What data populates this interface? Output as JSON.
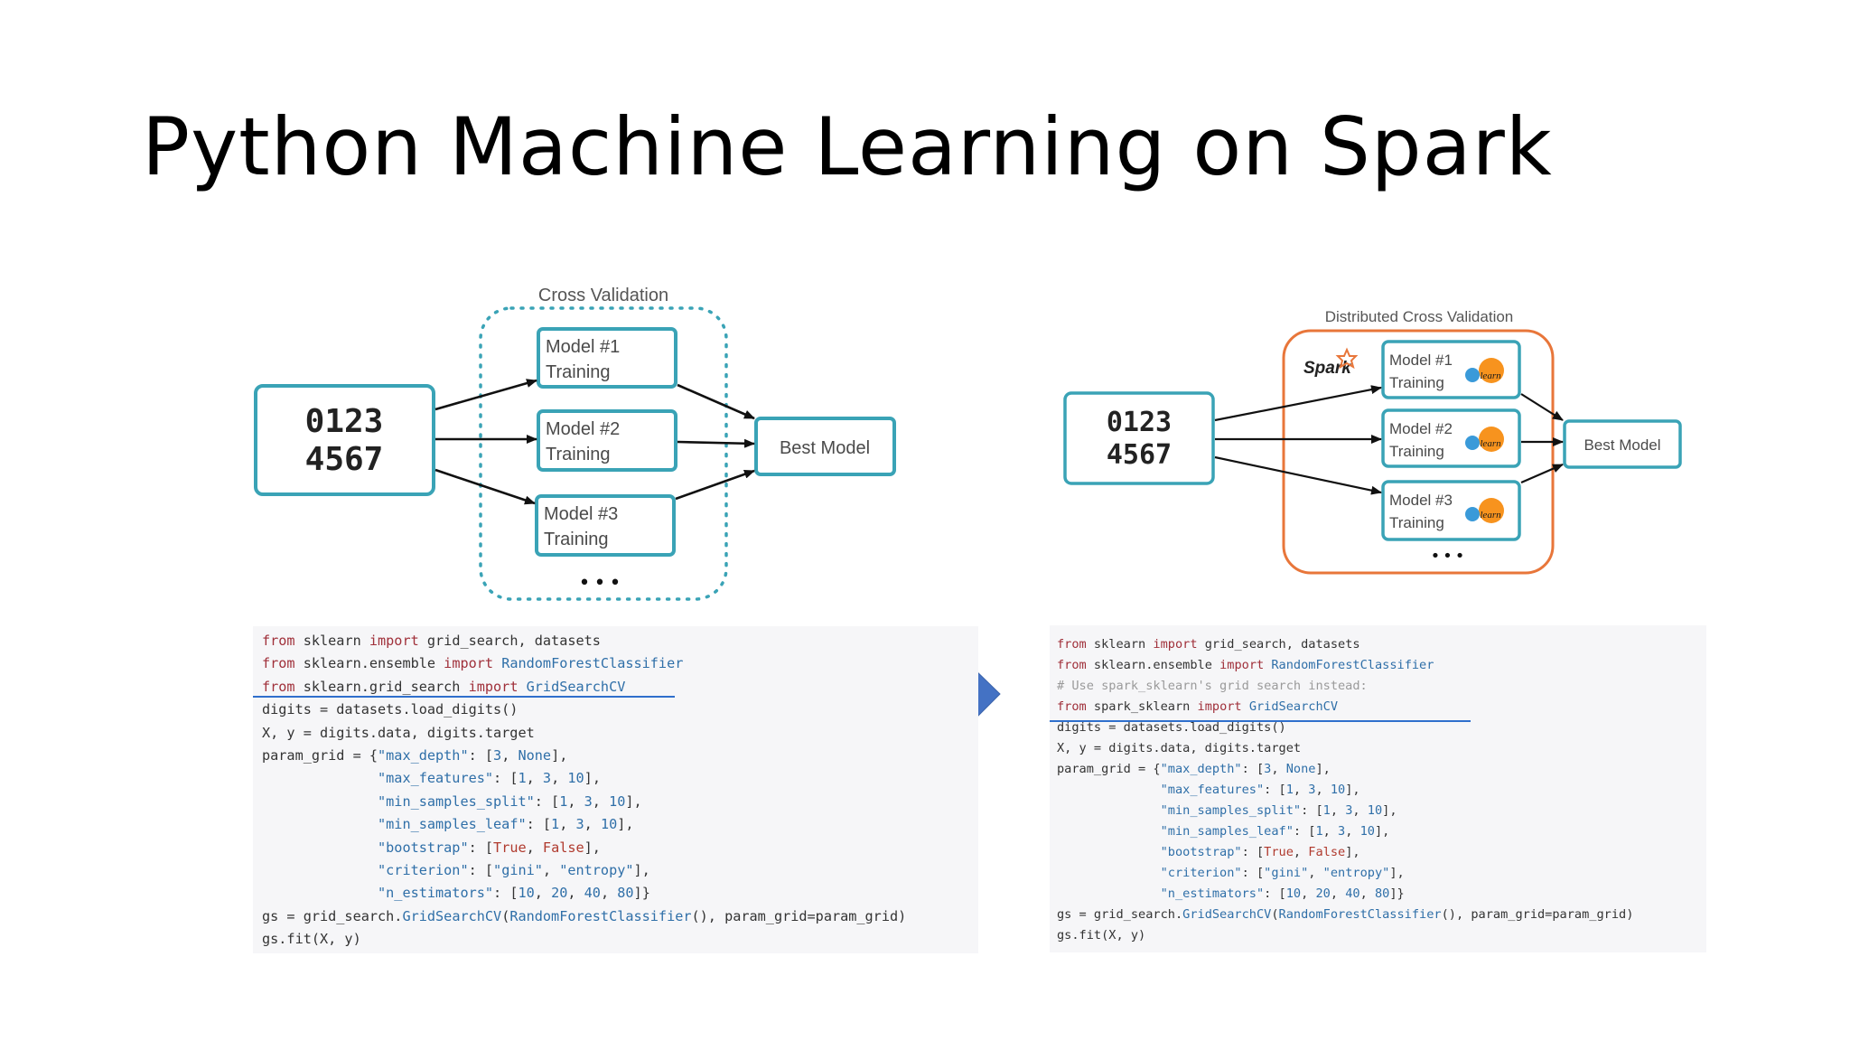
{
  "slide": {
    "title": "Python Machine Learning on Spark"
  },
  "left_diagram": {
    "group_label": "Cross Validation",
    "digits_row1": "0123",
    "digits_row2": "4567",
    "models": [
      {
        "line1": "Model #1",
        "line2": "Training"
      },
      {
        "line1": "Model #2",
        "line2": "Training"
      },
      {
        "line1": "Model #3",
        "line2": "Training"
      }
    ],
    "ellipsis": "•••",
    "result": "Best Model"
  },
  "right_diagram": {
    "group_label": "Distributed Cross Validation",
    "spark_logo": "Spark",
    "sklearn_logo_text": "learn",
    "digits_row1": "0123",
    "digits_row2": "4567",
    "models": [
      {
        "line1": "Model #1",
        "line2": "Training"
      },
      {
        "line1": "Model #2",
        "line2": "Training"
      },
      {
        "line1": "Model #3",
        "line2": "Training"
      }
    ],
    "ellipsis": "•••",
    "result": "Best Model"
  },
  "code_left": {
    "lines": [
      [
        {
          "t": "kw",
          "v": "from"
        },
        {
          "t": "plain",
          "v": " sklearn "
        },
        {
          "t": "kw",
          "v": "import"
        },
        {
          "t": "plain",
          "v": " grid_search, datasets"
        }
      ],
      [
        {
          "t": "kw",
          "v": "from"
        },
        {
          "t": "plain",
          "v": " sklearn.ensemble "
        },
        {
          "t": "kw",
          "v": "import"
        },
        {
          "t": "plain",
          "v": " "
        },
        {
          "t": "cls",
          "v": "RandomForestClassifier"
        }
      ],
      [
        {
          "t": "kw",
          "v": "from"
        },
        {
          "t": "plain",
          "v": " sklearn.grid_search "
        },
        {
          "t": "kw",
          "v": "import"
        },
        {
          "t": "plain",
          "v": " "
        },
        {
          "t": "cls",
          "v": "GridSearchCV"
        }
      ],
      [
        {
          "t": "plain",
          "v": "digits = datasets.load_digits()"
        }
      ],
      [
        {
          "t": "plain",
          "v": "X, y = digits.data, digits.target"
        }
      ],
      [
        {
          "t": "plain",
          "v": "param_grid = {"
        },
        {
          "t": "str",
          "v": "\"max_depth\""
        },
        {
          "t": "plain",
          "v": ": ["
        },
        {
          "t": "num",
          "v": "3"
        },
        {
          "t": "plain",
          "v": ", "
        },
        {
          "t": "num",
          "v": "None"
        },
        {
          "t": "plain",
          "v": "],"
        }
      ],
      [
        {
          "t": "plain",
          "v": "              "
        },
        {
          "t": "str",
          "v": "\"max_features\""
        },
        {
          "t": "plain",
          "v": ": ["
        },
        {
          "t": "num",
          "v": "1"
        },
        {
          "t": "plain",
          "v": ", "
        },
        {
          "t": "num",
          "v": "3"
        },
        {
          "t": "plain",
          "v": ", "
        },
        {
          "t": "num",
          "v": "10"
        },
        {
          "t": "plain",
          "v": "],"
        }
      ],
      [
        {
          "t": "plain",
          "v": "              "
        },
        {
          "t": "str",
          "v": "\"min_samples_split\""
        },
        {
          "t": "plain",
          "v": ": ["
        },
        {
          "t": "num",
          "v": "1"
        },
        {
          "t": "plain",
          "v": ", "
        },
        {
          "t": "num",
          "v": "3"
        },
        {
          "t": "plain",
          "v": ", "
        },
        {
          "t": "num",
          "v": "10"
        },
        {
          "t": "plain",
          "v": "],"
        }
      ],
      [
        {
          "t": "plain",
          "v": "              "
        },
        {
          "t": "str",
          "v": "\"min_samples_leaf\""
        },
        {
          "t": "plain",
          "v": ": ["
        },
        {
          "t": "num",
          "v": "1"
        },
        {
          "t": "plain",
          "v": ", "
        },
        {
          "t": "num",
          "v": "3"
        },
        {
          "t": "plain",
          "v": ", "
        },
        {
          "t": "num",
          "v": "10"
        },
        {
          "t": "plain",
          "v": "],"
        }
      ],
      [
        {
          "t": "plain",
          "v": "              "
        },
        {
          "t": "str",
          "v": "\"bootstrap\""
        },
        {
          "t": "plain",
          "v": ": ["
        },
        {
          "t": "kw2",
          "v": "True"
        },
        {
          "t": "plain",
          "v": ", "
        },
        {
          "t": "kw2",
          "v": "False"
        },
        {
          "t": "plain",
          "v": "],"
        }
      ],
      [
        {
          "t": "plain",
          "v": "              "
        },
        {
          "t": "str",
          "v": "\"criterion\""
        },
        {
          "t": "plain",
          "v": ": ["
        },
        {
          "t": "str",
          "v": "\"gini\""
        },
        {
          "t": "plain",
          "v": ", "
        },
        {
          "t": "str",
          "v": "\"entropy\""
        },
        {
          "t": "plain",
          "v": "],"
        }
      ],
      [
        {
          "t": "plain",
          "v": "              "
        },
        {
          "t": "str",
          "v": "\"n_estimators\""
        },
        {
          "t": "plain",
          "v": ": ["
        },
        {
          "t": "num",
          "v": "10"
        },
        {
          "t": "plain",
          "v": ", "
        },
        {
          "t": "num",
          "v": "20"
        },
        {
          "t": "plain",
          "v": ", "
        },
        {
          "t": "num",
          "v": "40"
        },
        {
          "t": "plain",
          "v": ", "
        },
        {
          "t": "num",
          "v": "80"
        },
        {
          "t": "plain",
          "v": "]}"
        }
      ],
      [
        {
          "t": "plain",
          "v": "gs = grid_search."
        },
        {
          "t": "cls",
          "v": "GridSearchCV"
        },
        {
          "t": "plain",
          "v": "("
        },
        {
          "t": "cls",
          "v": "RandomForestClassifier"
        },
        {
          "t": "plain",
          "v": "(), param_grid=param_grid)"
        }
      ],
      [
        {
          "t": "plain",
          "v": "gs.fit(X, y)"
        }
      ]
    ]
  },
  "code_right": {
    "lines": [
      [
        {
          "t": "kw",
          "v": "from"
        },
        {
          "t": "plain",
          "v": " sklearn "
        },
        {
          "t": "kw",
          "v": "import"
        },
        {
          "t": "plain",
          "v": " grid_search, datasets"
        }
      ],
      [
        {
          "t": "kw",
          "v": "from"
        },
        {
          "t": "plain",
          "v": " sklearn.ensemble "
        },
        {
          "t": "kw",
          "v": "import"
        },
        {
          "t": "plain",
          "v": " "
        },
        {
          "t": "cls",
          "v": "RandomForestClassifier"
        }
      ],
      [
        {
          "t": "cmt",
          "v": "# Use spark_sklearn's grid search instead:"
        }
      ],
      [
        {
          "t": "kw",
          "v": "from"
        },
        {
          "t": "plain",
          "v": " spark_sklearn "
        },
        {
          "t": "kw",
          "v": "import"
        },
        {
          "t": "plain",
          "v": " "
        },
        {
          "t": "cls",
          "v": "GridSearchCV"
        }
      ],
      [
        {
          "t": "plain",
          "v": "digits = datasets.load_digits()"
        }
      ],
      [
        {
          "t": "plain",
          "v": "X, y = digits.data, digits.target"
        }
      ],
      [
        {
          "t": "plain",
          "v": "param_grid = {"
        },
        {
          "t": "str",
          "v": "\"max_depth\""
        },
        {
          "t": "plain",
          "v": ": ["
        },
        {
          "t": "num",
          "v": "3"
        },
        {
          "t": "plain",
          "v": ", "
        },
        {
          "t": "num",
          "v": "None"
        },
        {
          "t": "plain",
          "v": "],"
        }
      ],
      [
        {
          "t": "plain",
          "v": "              "
        },
        {
          "t": "str",
          "v": "\"max_features\""
        },
        {
          "t": "plain",
          "v": ": ["
        },
        {
          "t": "num",
          "v": "1"
        },
        {
          "t": "plain",
          "v": ", "
        },
        {
          "t": "num",
          "v": "3"
        },
        {
          "t": "plain",
          "v": ", "
        },
        {
          "t": "num",
          "v": "10"
        },
        {
          "t": "plain",
          "v": "],"
        }
      ],
      [
        {
          "t": "plain",
          "v": "              "
        },
        {
          "t": "str",
          "v": "\"min_samples_split\""
        },
        {
          "t": "plain",
          "v": ": ["
        },
        {
          "t": "num",
          "v": "1"
        },
        {
          "t": "plain",
          "v": ", "
        },
        {
          "t": "num",
          "v": "3"
        },
        {
          "t": "plain",
          "v": ", "
        },
        {
          "t": "num",
          "v": "10"
        },
        {
          "t": "plain",
          "v": "],"
        }
      ],
      [
        {
          "t": "plain",
          "v": "              "
        },
        {
          "t": "str",
          "v": "\"min_samples_leaf\""
        },
        {
          "t": "plain",
          "v": ": ["
        },
        {
          "t": "num",
          "v": "1"
        },
        {
          "t": "plain",
          "v": ", "
        },
        {
          "t": "num",
          "v": "3"
        },
        {
          "t": "plain",
          "v": ", "
        },
        {
          "t": "num",
          "v": "10"
        },
        {
          "t": "plain",
          "v": "],"
        }
      ],
      [
        {
          "t": "plain",
          "v": "              "
        },
        {
          "t": "str",
          "v": "\"bootstrap\""
        },
        {
          "t": "plain",
          "v": ": ["
        },
        {
          "t": "kw2",
          "v": "True"
        },
        {
          "t": "plain",
          "v": ", "
        },
        {
          "t": "kw2",
          "v": "False"
        },
        {
          "t": "plain",
          "v": "],"
        }
      ],
      [
        {
          "t": "plain",
          "v": "              "
        },
        {
          "t": "str",
          "v": "\"criterion\""
        },
        {
          "t": "plain",
          "v": ": ["
        },
        {
          "t": "str",
          "v": "\"gini\""
        },
        {
          "t": "plain",
          "v": ", "
        },
        {
          "t": "str",
          "v": "\"entropy\""
        },
        {
          "t": "plain",
          "v": "],"
        }
      ],
      [
        {
          "t": "plain",
          "v": "              "
        },
        {
          "t": "str",
          "v": "\"n_estimators\""
        },
        {
          "t": "plain",
          "v": ": ["
        },
        {
          "t": "num",
          "v": "10"
        },
        {
          "t": "plain",
          "v": ", "
        },
        {
          "t": "num",
          "v": "20"
        },
        {
          "t": "plain",
          "v": ", "
        },
        {
          "t": "num",
          "v": "40"
        },
        {
          "t": "plain",
          "v": ", "
        },
        {
          "t": "num",
          "v": "80"
        },
        {
          "t": "plain",
          "v": "]}"
        }
      ],
      [
        {
          "t": "plain",
          "v": "gs = grid_search."
        },
        {
          "t": "cls",
          "v": "GridSearchCV"
        },
        {
          "t": "plain",
          "v": "("
        },
        {
          "t": "cls",
          "v": "RandomForestClassifier"
        },
        {
          "t": "plain",
          "v": "(), param_grid=param_grid)"
        }
      ],
      [
        {
          "t": "plain",
          "v": "gs.fit(X, y)"
        }
      ]
    ]
  },
  "colors": {
    "box_teal": "#3aa3b6",
    "dotted_teal": "#3aa3b6",
    "spark_orange": "#e8763a",
    "arrow_blue": "#4472c4",
    "underline_blue": "#2f6fcc",
    "sklearn_orange": "#f7931e",
    "sklearn_blue": "#3a9ad9"
  }
}
